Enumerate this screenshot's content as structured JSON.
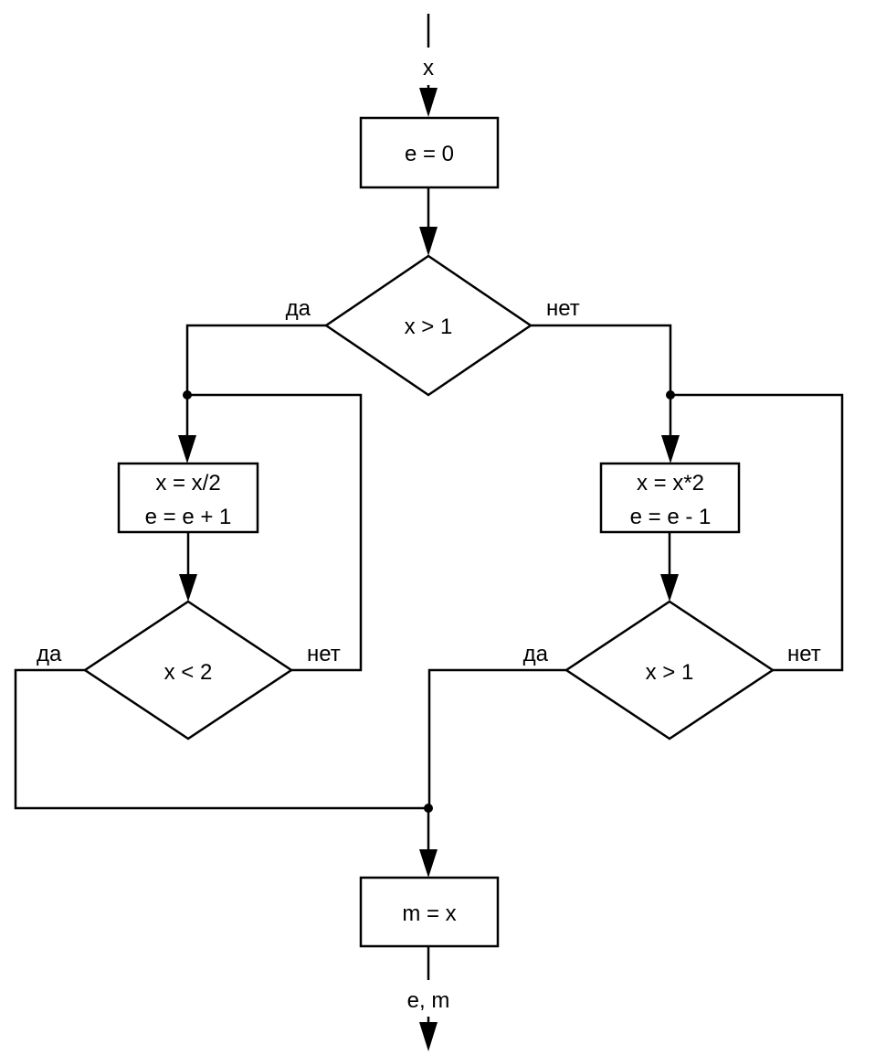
{
  "diagram": {
    "type": "flowchart",
    "input_label": "x",
    "output_label": "e, m",
    "nodes": {
      "init": {
        "kind": "process",
        "lines": [
          "e = 0"
        ]
      },
      "cond_main": {
        "kind": "decision",
        "text": "x > 1",
        "yes": "да",
        "no": "нет"
      },
      "left_process": {
        "kind": "process",
        "lines": [
          "x = x/2",
          "e = e + 1"
        ]
      },
      "left_cond": {
        "kind": "decision",
        "text": "x < 2",
        "yes": "да",
        "no": "нет"
      },
      "right_process": {
        "kind": "process",
        "lines": [
          "x = x*2",
          "e = e - 1"
        ]
      },
      "right_cond": {
        "kind": "decision",
        "text": "x > 1",
        "yes": "да",
        "no": "нет"
      },
      "final": {
        "kind": "process",
        "lines": [
          "m = x"
        ]
      }
    }
  }
}
